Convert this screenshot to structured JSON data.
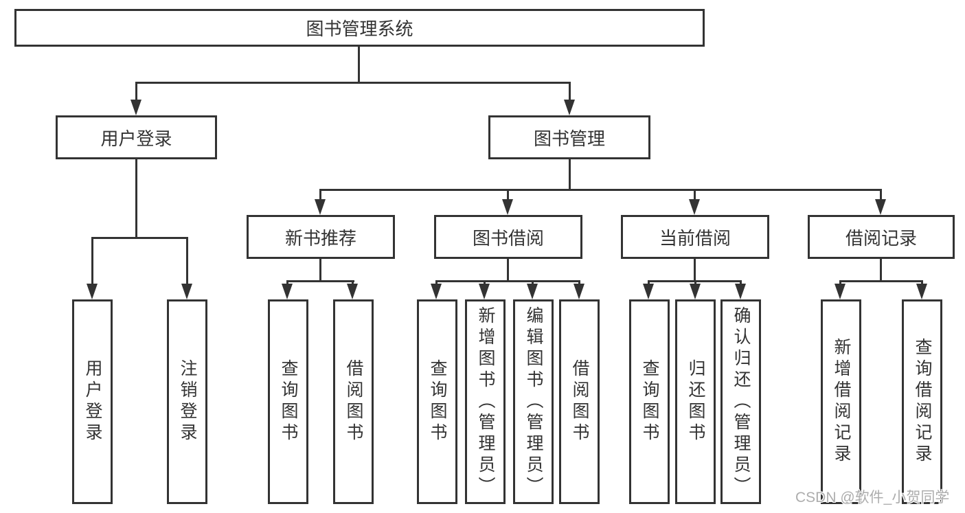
{
  "tree": {
    "label": "图书管理系统",
    "children": [
      {
        "label": "用户登录",
        "children": [
          {
            "label": "用户登录"
          },
          {
            "label": "注销登录"
          }
        ]
      },
      {
        "label": "图书管理",
        "children": [
          {
            "label": "新书推荐",
            "children": [
              {
                "label": "查询图书"
              },
              {
                "label": "借阅图书"
              }
            ]
          },
          {
            "label": "图书借阅",
            "children": [
              {
                "label": "查询图书"
              },
              {
                "label": "新增图书（管理员）"
              },
              {
                "label": "编辑图书（管理员）"
              },
              {
                "label": "借阅图书"
              }
            ]
          },
          {
            "label": "当前借阅",
            "children": [
              {
                "label": "查询图书"
              },
              {
                "label": "归还图书"
              },
              {
                "label": "确认归还（管理员）"
              }
            ]
          },
          {
            "label": "借阅记录",
            "children": [
              {
                "label": "新增借阅记录"
              },
              {
                "label": "查询借阅记录"
              }
            ]
          }
        ]
      }
    ]
  },
  "watermark": {
    "text": "CSDN @软件_小贺同学"
  },
  "colors": {
    "line": "#333333",
    "text": "#333333",
    "background": "#ffffff",
    "watermark": "#adadad"
  }
}
